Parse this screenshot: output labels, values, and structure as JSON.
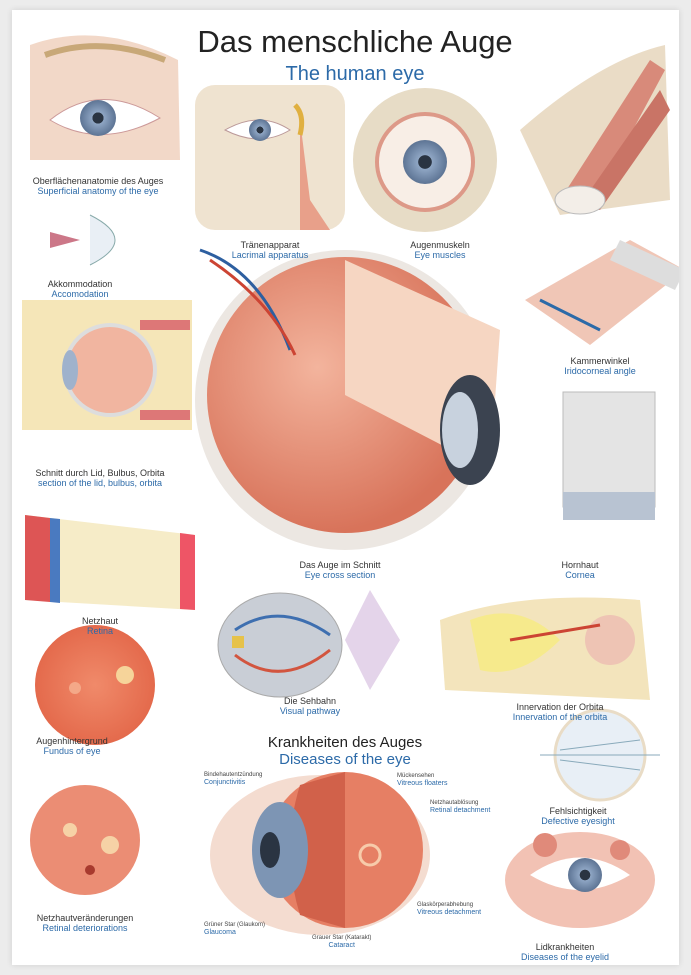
{
  "title": {
    "de": "Das menschliche Auge",
    "en": "The human eye"
  },
  "sections": {
    "superficial": {
      "de": "Oberflächenanatomie des Auges",
      "en": "Superficial anatomy of the eye"
    },
    "lacrimal": {
      "de": "Tränenapparat",
      "en": "Lacrimal apparatus"
    },
    "muscles": {
      "de": "Augenmuskeln",
      "en": "Eye muscles"
    },
    "accommodation": {
      "de": "Akkommodation",
      "en": "Accomodation"
    },
    "lid_section": {
      "de": "Schnitt durch Lid, Bulbus, Orbita",
      "en": "section of the lid, bulbus, orbita"
    },
    "iridocorneal": {
      "de": "Kammerwinkel",
      "en": "Iridocorneal angle"
    },
    "cross_section": {
      "de": "Das Auge im Schnitt",
      "en": "Eye cross section"
    },
    "cornea": {
      "de": "Hornhaut",
      "en": "Cornea"
    },
    "retina": {
      "de": "Netzhaut",
      "en": "Retina"
    },
    "visual_pathway": {
      "de": "Die Sehbahn",
      "en": "Visual pathway"
    },
    "innervation": {
      "de": "Innervation der Orbita",
      "en": "Innervation of the orbita"
    },
    "fundus": {
      "de": "Augenhintergrund",
      "en": "Fundus of eye"
    },
    "defective": {
      "de": "Fehlsichtigkeit",
      "en": "Defective eyesight"
    },
    "eyelid": {
      "de": "Lidkrankheiten",
      "en": "Diseases of the eyelid"
    },
    "retinal_det": {
      "de": "Netzhautveränderungen",
      "en": "Retinal deteriorations"
    }
  },
  "diseases": {
    "heading": {
      "de": "Krankheiten des Auges",
      "en": "Diseases of the eye"
    },
    "labels": [
      {
        "de": "Bindehautentzündung",
        "en": "Conjunctivitis"
      },
      {
        "de": "Mückensehen",
        "en": "Vitreous floaters"
      },
      {
        "de": "Netzhautablösung",
        "en": "Retinal detachment"
      },
      {
        "de": "Glaskörperabhebung",
        "en": "Vitreous detachment"
      },
      {
        "de": "Grüner Star (Glaukom)",
        "en": "Glaucoma"
      },
      {
        "de": "Grauer Star (Katarakt)",
        "en": "Cataract"
      }
    ]
  },
  "colors": {
    "accent": "#2c6aa8",
    "tissue": "#e8917a",
    "iris": "#7d95b4"
  }
}
